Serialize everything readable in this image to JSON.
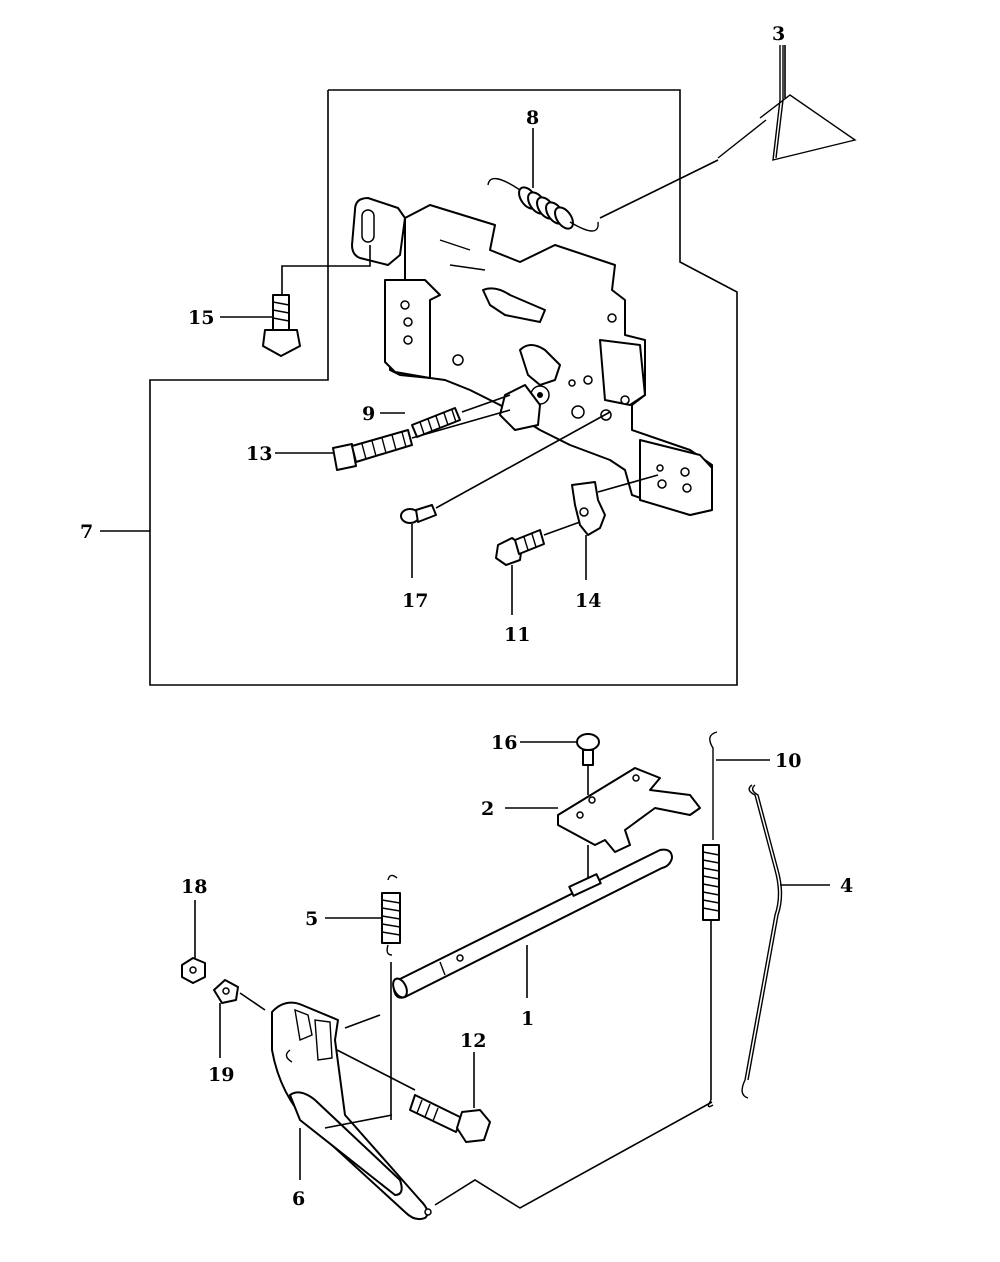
{
  "callouts": {
    "c1": "1",
    "c2": "2",
    "c3": "3",
    "c4": "4",
    "c5": "5",
    "c6": "6",
    "c7": "7",
    "c8": "8",
    "c9": "9",
    "c10": "10",
    "c11": "11",
    "c12": "12",
    "c13": "13",
    "c14": "14",
    "c15": "15",
    "c16": "16",
    "c17": "17",
    "c18": "18",
    "c19": "19"
  },
  "colors": {
    "ink": "#000000",
    "paper": "#ffffff"
  }
}
